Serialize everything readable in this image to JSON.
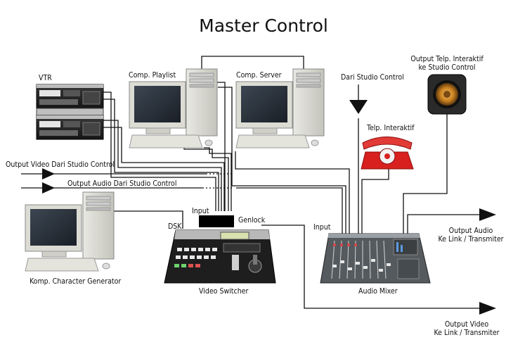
{
  "title": "Master Control",
  "labels": {
    "vtr": "VTR",
    "comp_playlist": "Comp. Playlist",
    "comp_server": "Comp. Server",
    "dari_studio_control": "Dari Studio Control",
    "output_telp_line1": "Output Telp. Interaktif",
    "output_telp_line2": "ke Studio Control",
    "telp_interaktif": "Telp. Interaktif",
    "output_video_studio": "Output Video Dari Studio Control",
    "output_audio_studio": "Output Audio Dari Studio Control",
    "input_switcher": "Input",
    "genlock": "Genlock",
    "dsk": "DSK",
    "input_mixer": "Input",
    "output_audio_line1": "Output Audio",
    "output_audio_line2": "Ke Link / Transmiter",
    "komp_cg": "Komp. Character Generator",
    "video_switcher": "Video Switcher",
    "audio_mixer": "Audio Mixer",
    "output_video_line1": "Output Video",
    "output_video_line2": "Ke Link / Transmiter"
  }
}
